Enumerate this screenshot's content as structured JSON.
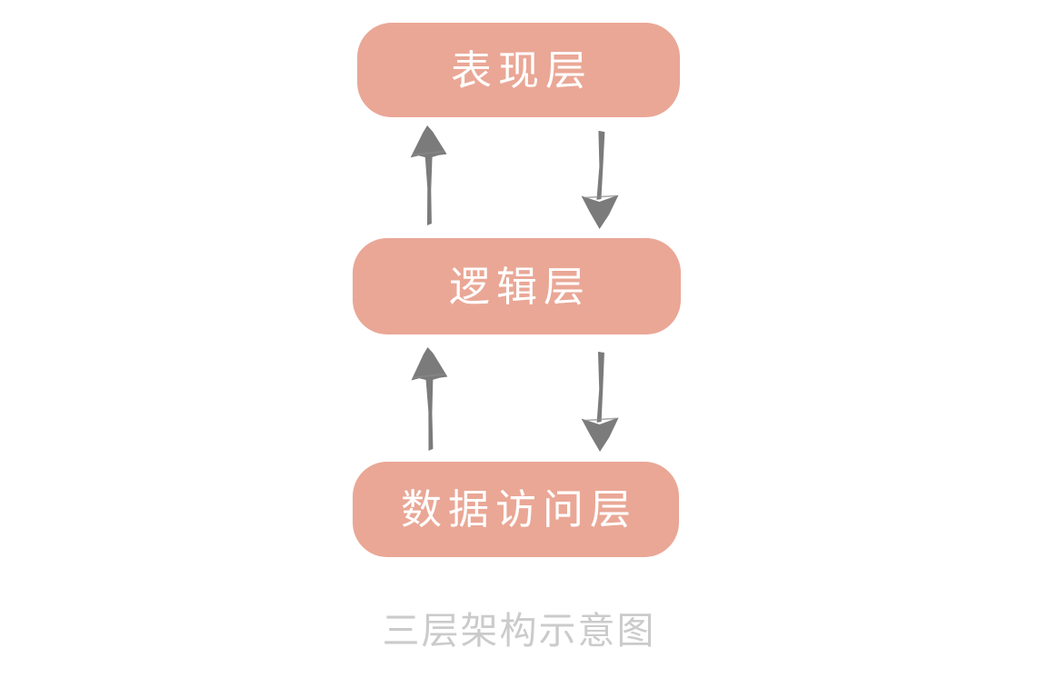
{
  "diagram": {
    "title": "三层架构示意图",
    "layers": [
      {
        "id": "presentation",
        "label": "表现层"
      },
      {
        "id": "logic",
        "label": "逻辑层"
      },
      {
        "id": "data-access",
        "label": "数据访问层"
      }
    ],
    "arrows": [
      {
        "from": "logic",
        "to": "presentation",
        "direction": "up",
        "icon": "up-arrow-icon"
      },
      {
        "from": "presentation",
        "to": "logic",
        "direction": "down",
        "icon": "down-arrow-icon"
      },
      {
        "from": "data-access",
        "to": "logic",
        "direction": "up",
        "icon": "up-arrow-icon"
      },
      {
        "from": "logic",
        "to": "data-access",
        "direction": "down",
        "icon": "down-arrow-icon"
      }
    ],
    "colors": {
      "box_fill": "#EAA796",
      "box_text": "#FFFFFF",
      "arrow": "#7B7B7B",
      "caption_text": "#CBCBCB",
      "background": "#FFFFFF"
    }
  }
}
